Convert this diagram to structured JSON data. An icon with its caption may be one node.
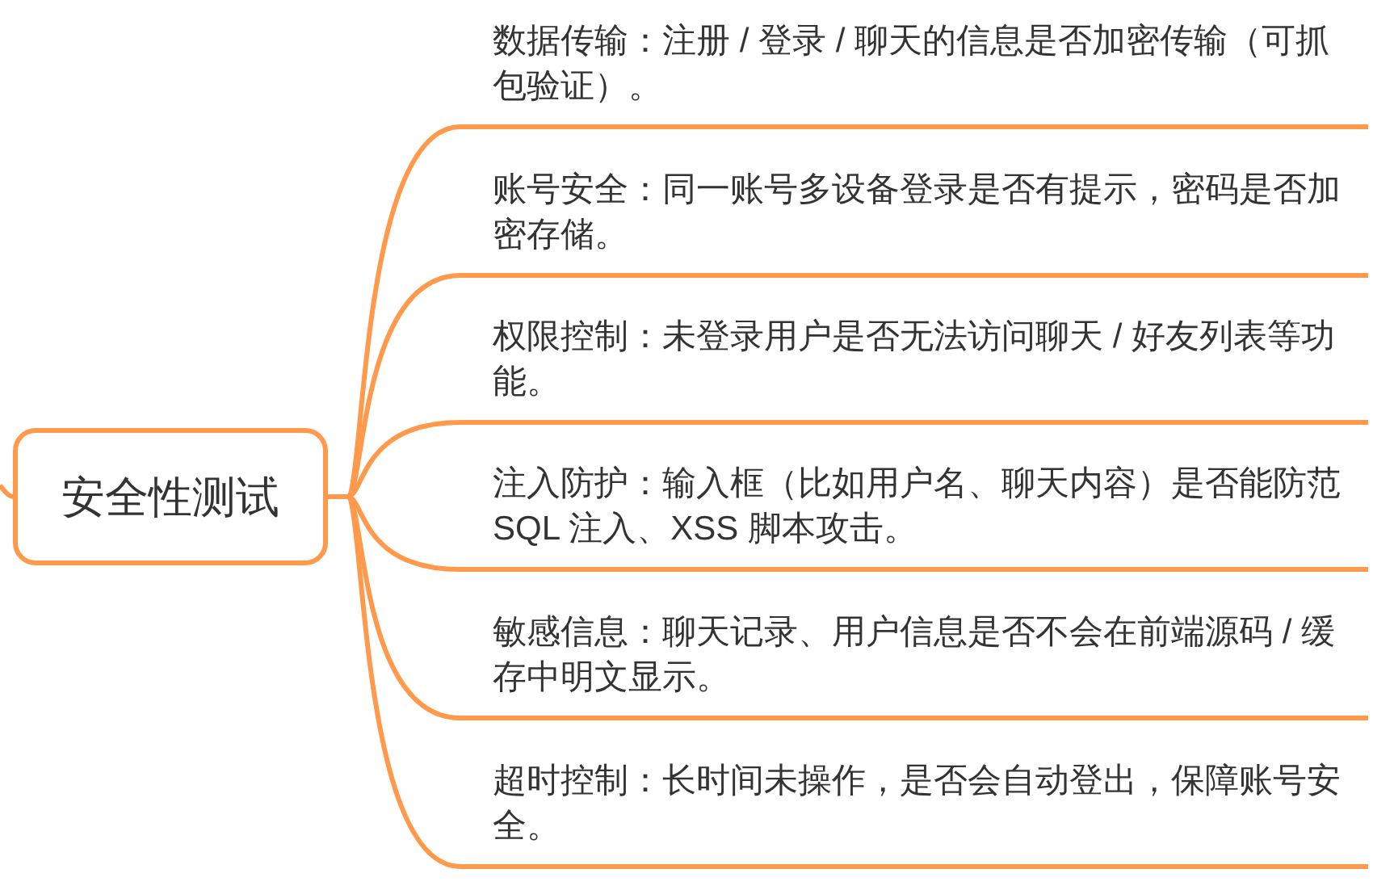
{
  "diagram": {
    "nodes": [
      {
        "text": [
          "安全性测试"
        ]
      },
      {
        "text": [
          "数据传输：注册 / 登录 / 聊天的信息是否加密传输（可抓包验证）。"
        ]
      },
      {
        "text": [
          "账号安全：同一账号多设备登录是否有提示，密码是否加密存储。"
        ]
      },
      {
        "text": [
          "权限控制：未登录用户是否无法访问聊天 / 好友列表等功能。"
        ]
      },
      {
        "text": [
          "注入防护：输入框（比如用户名、聊天内容）是否能防范 SQL 注入、XSS 脚本攻击。"
        ]
      },
      {
        "text": [
          "敏感信息：聊天记录、用户信息是否不会在前端源码 / 缓存中明文显示。"
        ]
      },
      {
        "text": [
          "超时控制：长时间未操作，是否会自动登出，保障账号安全。"
        ]
      }
    ],
    "edges": [
      {
        "from": null,
        "to": 0,
        "arrow": "none"
      },
      {
        "from": 0,
        "to": 1,
        "arrow": "none"
      },
      {
        "from": 0,
        "to": 2,
        "arrow": "none"
      },
      {
        "from": 0,
        "to": 3,
        "arrow": "none"
      },
      {
        "from": 0,
        "to": 4,
        "arrow": "none"
      },
      {
        "from": 0,
        "to": 5,
        "arrow": "none"
      },
      {
        "from": 0,
        "to": 6,
        "arrow": "none"
      }
    ]
  }
}
